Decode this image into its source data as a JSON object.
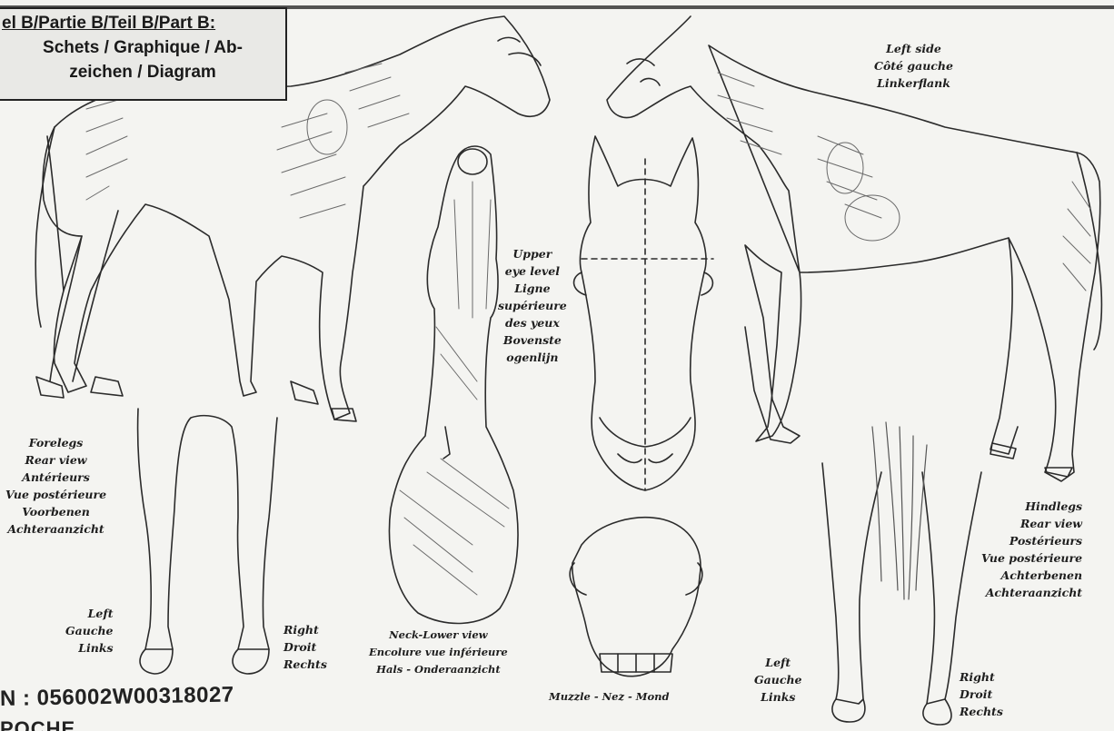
{
  "header": {
    "line1": "el B/Partie B/Teil B/Part B:",
    "line2": "Schets / Graphique / Ab-",
    "line3": "zeichen / Diagram"
  },
  "labels": {
    "left_side": [
      "Left side",
      "Côté gauche",
      "Linkerflank"
    ],
    "eye_level": [
      "Upper",
      "eye level",
      "Ligne",
      "supérieure",
      "des yeux",
      "Bovenste",
      "ogenlijn"
    ],
    "forelegs": [
      "Forelegs",
      "Rear view",
      "Antérieurs",
      "Vue postérieure",
      "Voorbenen",
      "Achteraanzicht"
    ],
    "fore_left": [
      "Left",
      "Gauche",
      "Links"
    ],
    "fore_right": [
      "Right",
      "Droit",
      "Rechts"
    ],
    "neck": [
      "Neck-Lower view",
      "Encolure vue inférieure",
      "Hals - Onderaanzicht"
    ],
    "muzzle": "Muzzle - Nez - Mond",
    "hindlegs": [
      "Hindlegs",
      "Rear view",
      "Postérieurs",
      "Vue postérieure",
      "Achterbenen",
      "Achteraanzicht"
    ],
    "hind_left": [
      "Left",
      "Gauche",
      "Links"
    ],
    "hind_right": [
      "Right",
      "Droit",
      "Rechts"
    ]
  },
  "footer": {
    "id": "N : 056002W00318027",
    "cut_text": "POCHE"
  }
}
